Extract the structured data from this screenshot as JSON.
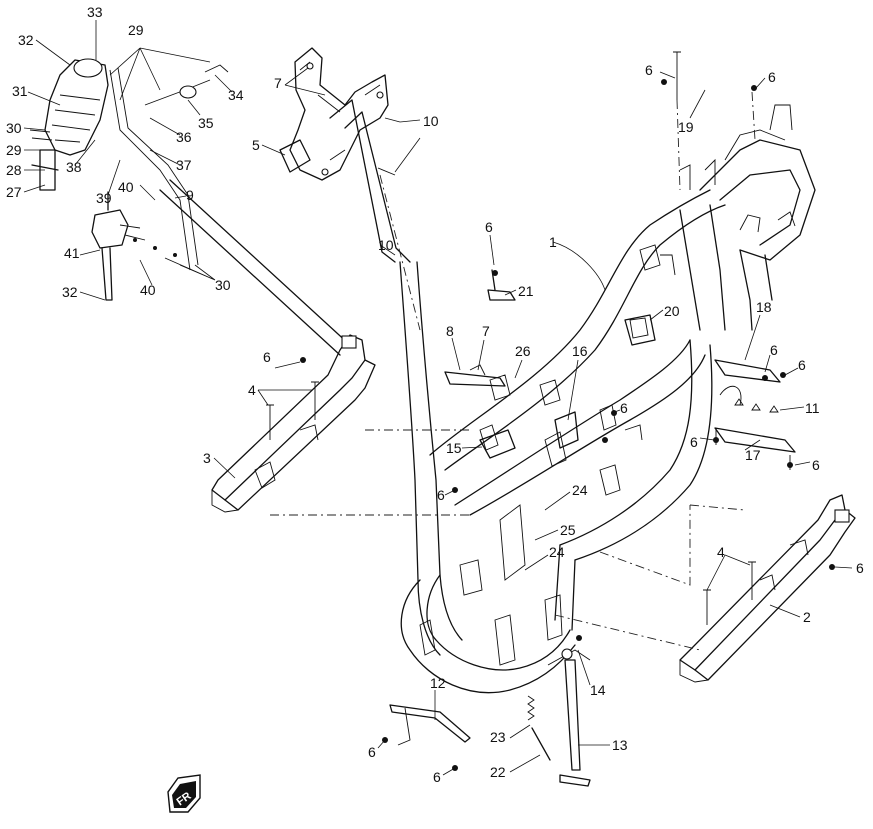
{
  "callouts": [
    {
      "id": "c33",
      "text": "33"
    },
    {
      "id": "c32a",
      "text": "32"
    },
    {
      "id": "c29a",
      "text": "29"
    },
    {
      "id": "c34",
      "text": "34"
    },
    {
      "id": "c35",
      "text": "35"
    },
    {
      "id": "c31",
      "text": "31"
    },
    {
      "id": "c30a",
      "text": "30"
    },
    {
      "id": "c29b",
      "text": "29"
    },
    {
      "id": "c28",
      "text": "28"
    },
    {
      "id": "c27",
      "text": "27"
    },
    {
      "id": "c38",
      "text": "38"
    },
    {
      "id": "c39",
      "text": "39"
    },
    {
      "id": "c36",
      "text": "36"
    },
    {
      "id": "c37",
      "text": "37"
    },
    {
      "id": "c40a",
      "text": "40"
    },
    {
      "id": "c9",
      "text": "9"
    },
    {
      "id": "c41",
      "text": "41"
    },
    {
      "id": "c32b",
      "text": "32"
    },
    {
      "id": "c40b",
      "text": "40"
    },
    {
      "id": "c30b",
      "text": "30"
    },
    {
      "id": "c7a",
      "text": "7"
    },
    {
      "id": "c5",
      "text": "5"
    },
    {
      "id": "c10a",
      "text": "10"
    },
    {
      "id": "c10b",
      "text": "10"
    },
    {
      "id": "c6a",
      "text": "6"
    },
    {
      "id": "c6b",
      "text": "6"
    },
    {
      "id": "c19",
      "text": "19"
    },
    {
      "id": "c6c",
      "text": "6"
    },
    {
      "id": "c21",
      "text": "21"
    },
    {
      "id": "c1",
      "text": "1"
    },
    {
      "id": "c20",
      "text": "20"
    },
    {
      "id": "c18",
      "text": "18"
    },
    {
      "id": "c6d",
      "text": "6"
    },
    {
      "id": "c6e",
      "text": "6"
    },
    {
      "id": "c11",
      "text": "11"
    },
    {
      "id": "c6f",
      "text": "6"
    },
    {
      "id": "c17",
      "text": "17"
    },
    {
      "id": "c6g",
      "text": "6"
    },
    {
      "id": "c8",
      "text": "8"
    },
    {
      "id": "c7b",
      "text": "7"
    },
    {
      "id": "c26",
      "text": "26"
    },
    {
      "id": "c16",
      "text": "16"
    },
    {
      "id": "c6h",
      "text": "6"
    },
    {
      "id": "c6i",
      "text": "6"
    },
    {
      "id": "c4a",
      "text": "4"
    },
    {
      "id": "c3",
      "text": "3"
    },
    {
      "id": "c15",
      "text": "15"
    },
    {
      "id": "c6j",
      "text": "6"
    },
    {
      "id": "c24a",
      "text": "24"
    },
    {
      "id": "c25",
      "text": "25"
    },
    {
      "id": "c24b",
      "text": "24"
    },
    {
      "id": "c4b",
      "text": "4"
    },
    {
      "id": "c6k",
      "text": "6"
    },
    {
      "id": "c2",
      "text": "2"
    },
    {
      "id": "c12",
      "text": "12"
    },
    {
      "id": "c14",
      "text": "14"
    },
    {
      "id": "c23",
      "text": "23"
    },
    {
      "id": "c13",
      "text": "13"
    },
    {
      "id": "c22",
      "text": "22"
    },
    {
      "id": "c6l",
      "text": "6"
    },
    {
      "id": "c6m",
      "text": "6"
    }
  ],
  "front_badge": {
    "text": "FR",
    "icon": "front-direction-arrow-icon"
  },
  "colors": {
    "ink": "#111111",
    "paper": "#ffffff"
  }
}
